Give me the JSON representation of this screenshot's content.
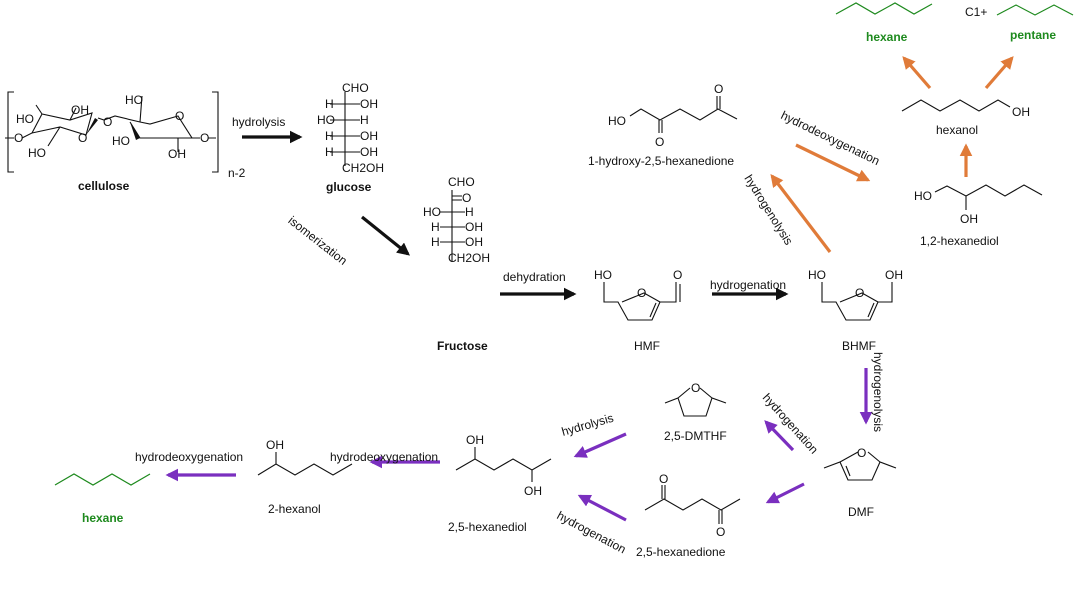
{
  "colors": {
    "black_arrow": "#111111",
    "orange_arrow": "#e07b39",
    "purple_arrow": "#7a2fbf",
    "product_green": "#1e8a1e"
  },
  "compounds": {
    "cellulose": {
      "label": "cellulose",
      "repeat": "n-2",
      "atoms": [
        "HO",
        "OH",
        "HO",
        "O",
        "O",
        "O",
        "HO",
        "HO",
        "OH",
        "O",
        "O"
      ]
    },
    "glucose": {
      "label": "glucose",
      "rows": [
        [
          "",
          "CHO"
        ],
        [
          "H",
          "OH"
        ],
        [
          "HO",
          "H"
        ],
        [
          "H",
          "OH"
        ],
        [
          "H",
          "OH"
        ],
        [
          "",
          "CH2OH"
        ]
      ]
    },
    "fructose": {
      "label": "Fructose",
      "rows": [
        [
          "",
          "CHO"
        ],
        [
          "",
          "O"
        ],
        [
          "HO",
          "H"
        ],
        [
          "H",
          "OH"
        ],
        [
          "H",
          "OH"
        ],
        [
          "",
          "CH2OH"
        ]
      ]
    },
    "hmf": {
      "label": "HMF",
      "atoms": [
        "HO",
        "O",
        "O"
      ]
    },
    "bhmf": {
      "label": "BHMF",
      "atoms": [
        "HO",
        "O",
        "OH"
      ]
    },
    "hydroxyhexanedione": {
      "label": "1-hydroxy-2,5-hexanedione",
      "atoms": [
        "HO",
        "O",
        "O"
      ]
    },
    "hexanediol12": {
      "label": "1,2-hexanediol",
      "atoms": [
        "HO",
        "OH"
      ]
    },
    "hexanol": {
      "label": "hexanol",
      "atoms": [
        "OH"
      ]
    },
    "hexane_top": {
      "label": "hexane"
    },
    "c1": {
      "label": "C1+"
    },
    "pentane": {
      "label": "pentane"
    },
    "dmf": {
      "label": "DMF",
      "atoms": [
        "O"
      ]
    },
    "dmthf": {
      "label": "2,5-DMTHF",
      "atoms": [
        "O"
      ]
    },
    "hexanedione25": {
      "label": "2,5-hexanedione",
      "atoms": [
        "O",
        "O"
      ]
    },
    "hexanediol25": {
      "label": "2,5-hexanediol",
      "atoms": [
        "OH",
        "OH"
      ]
    },
    "hexanol2": {
      "label": "2-hexanol",
      "atoms": [
        "OH"
      ]
    },
    "hexane_bottom": {
      "label": "hexane"
    }
  },
  "reactions": {
    "hydrolysis_cellulose": "hydrolysis",
    "isomerization": "isomerization",
    "dehydration": "dehydration",
    "hydrogenation_hmf": "hydrogenation",
    "hydrogenolysis_orange": "hydrogenolysis",
    "hydrodeoxygenation_orange": "hydrodeoxygenation",
    "hydrogenolysis_purple": "hydrogenolysis",
    "hydrogenation_dmthf": "hydrogenation",
    "hydrolysis_dmthf": "hydrolysis",
    "hydrogenation_dione": "hydrogenation",
    "hydrodeoxygenation_diol": "hydrodeoxygenation",
    "hydrodeoxygenation_hexanol": "hydrodeoxygenation"
  }
}
